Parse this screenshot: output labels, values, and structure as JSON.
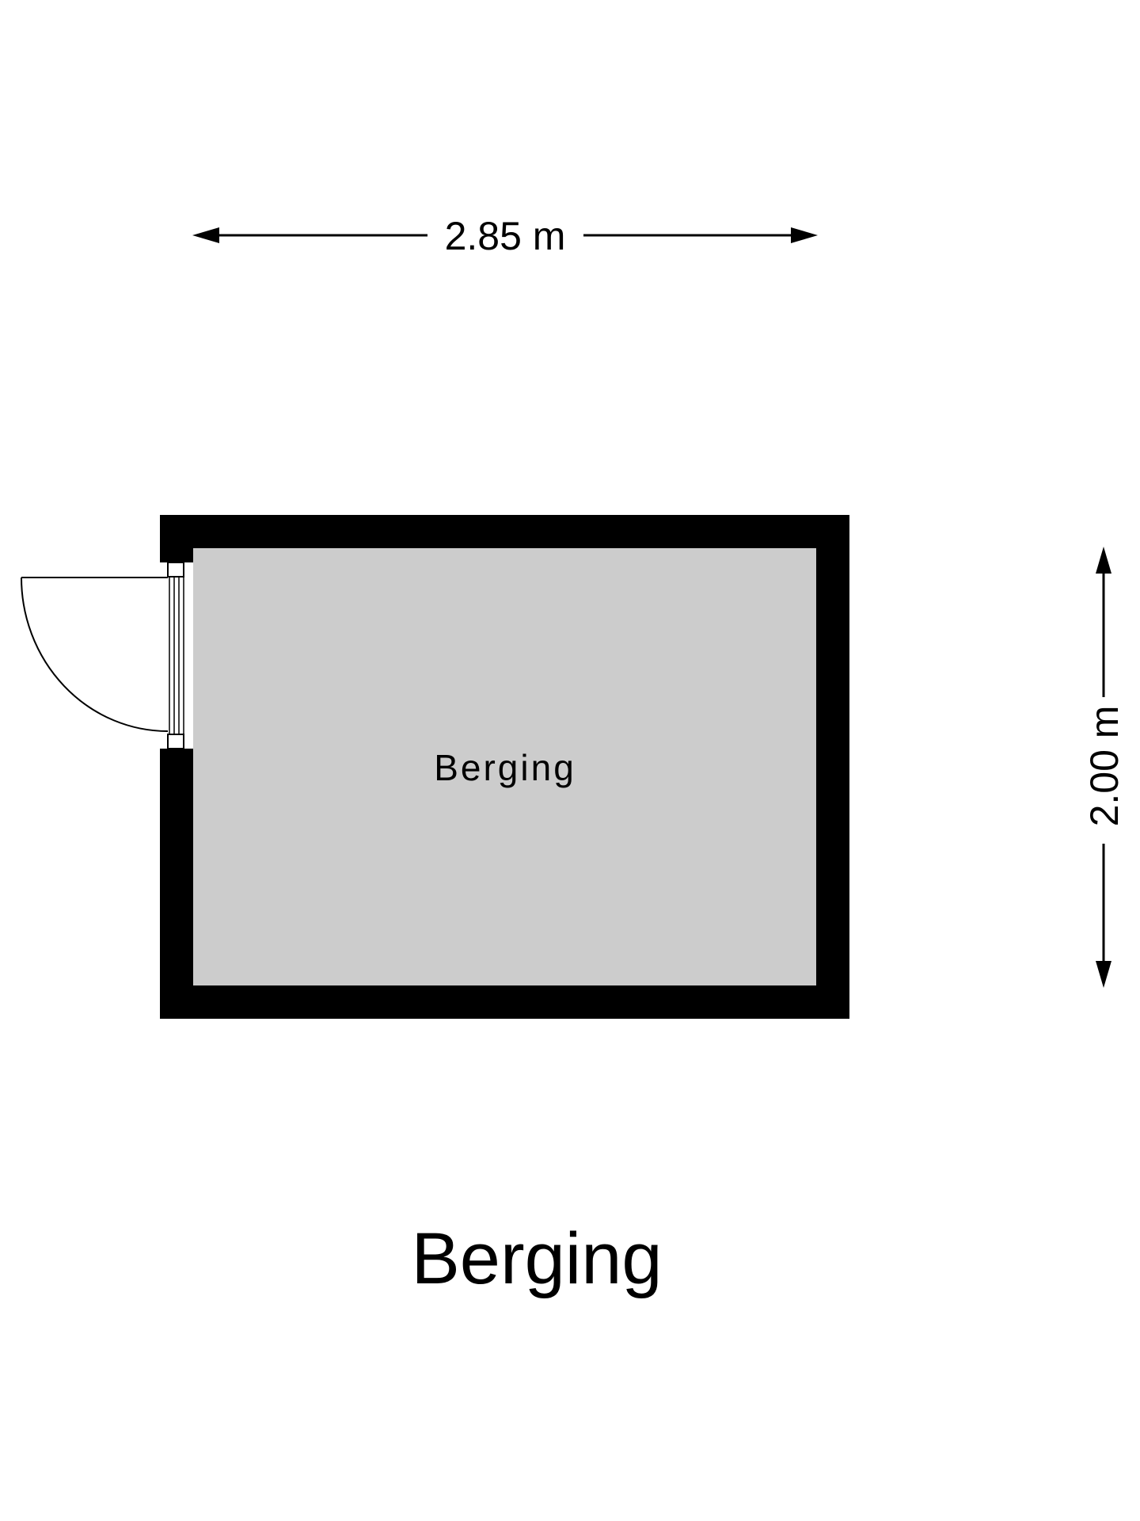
{
  "floor_plan": {
    "title": "Berging",
    "room_label": "Berging",
    "width_dimension": "2.85 m",
    "height_dimension": "2.00 m",
    "colors": {
      "wall": "#000000",
      "floor": "#cccccc",
      "background": "#ffffff",
      "line": "#000000"
    }
  }
}
